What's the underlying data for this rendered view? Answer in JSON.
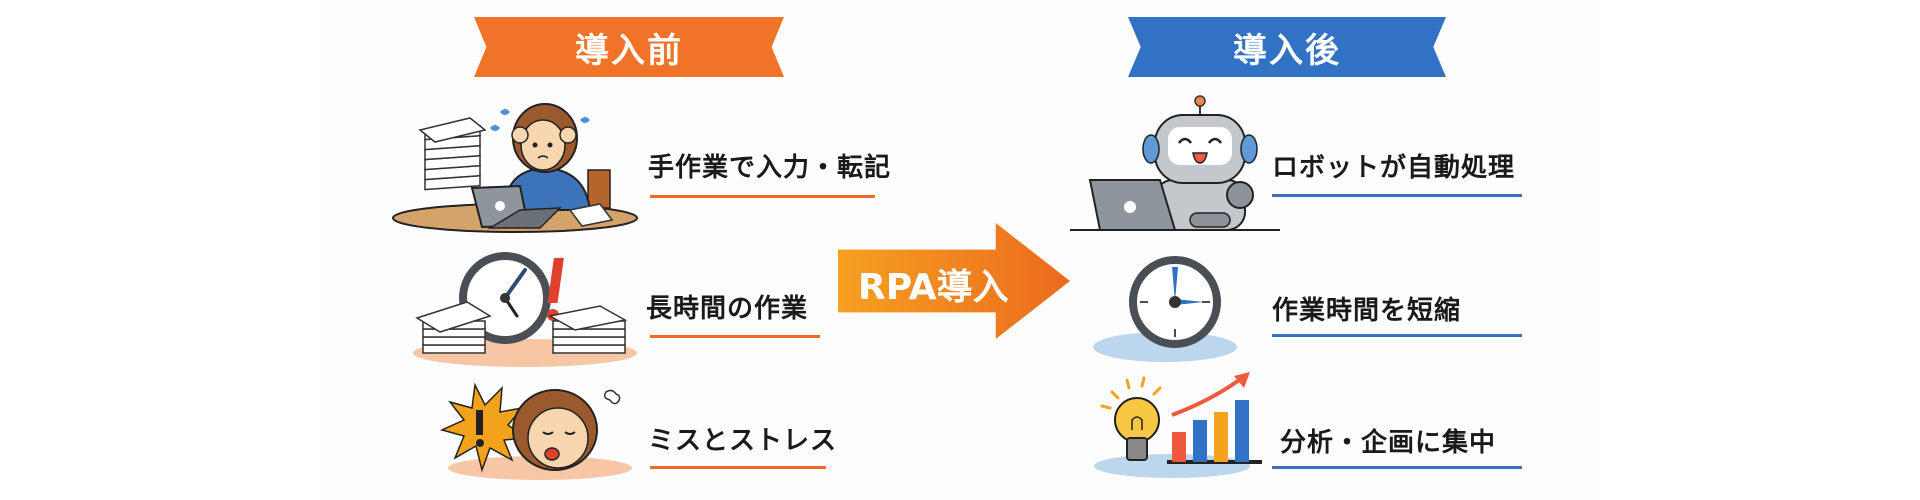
{
  "before": {
    "title": "導入前",
    "color": "#f07327",
    "items": [
      {
        "label": "手作業で入力・転記",
        "icon": "stressed-worker-paper-stack-icon"
      },
      {
        "label": "長時間の作業",
        "icon": "clock-paper-stacks-alert-icon"
      },
      {
        "label": "ミスとストレス",
        "icon": "exhausted-worker-alert-icon"
      }
    ]
  },
  "transition": {
    "label": "RPA導入",
    "icon": "right-arrow-icon"
  },
  "after": {
    "title": "導入後",
    "color": "#3272c4",
    "items": [
      {
        "label": "ロボットが自動処理",
        "icon": "robot-laptop-icon"
      },
      {
        "label": "作業時間を短縮",
        "icon": "clock-icon"
      },
      {
        "label": "分析・企画に集中",
        "icon": "lightbulb-growth-chart-icon"
      }
    ]
  }
}
